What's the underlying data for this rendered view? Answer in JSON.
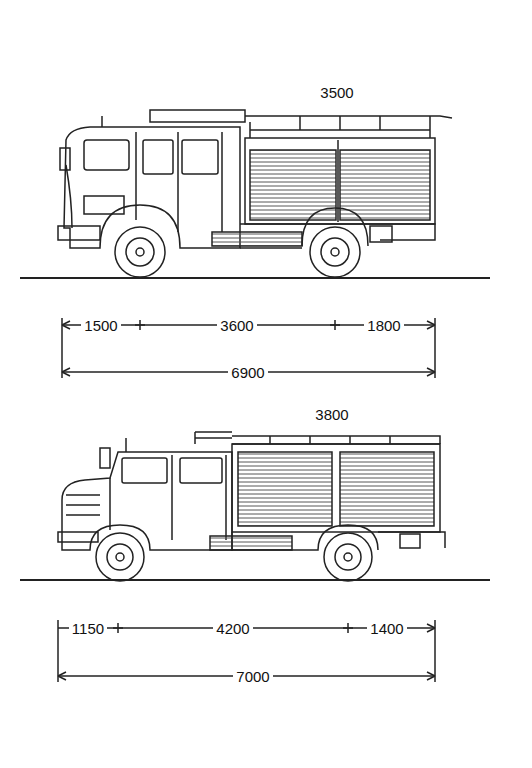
{
  "diagram": {
    "labels": [
      "3500",
      "1500",
      "3600",
      "1800",
      "6900",
      "3800",
      "1150",
      "4200",
      "1400",
      "7000"
    ]
  }
}
